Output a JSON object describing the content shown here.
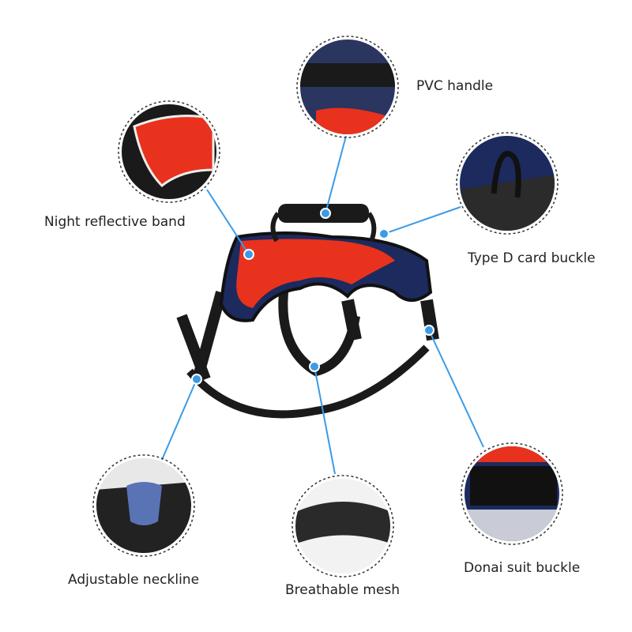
{
  "callouts": {
    "pvc_handle": "PVC handle",
    "night_reflective_band": "Night reflective band",
    "type_d_card_buckle": "Type D card buckle",
    "adjustable_neckline": "Adjustable neckline",
    "breathable_mesh": "Breathable mesh",
    "donai_suit_buckle": "Donai suit buckle"
  },
  "colors": {
    "callout_line": "#3a9be8",
    "harness_red": "#e8321e",
    "harness_navy": "#1c2a5e",
    "strap_black": "#1a1a1a"
  }
}
